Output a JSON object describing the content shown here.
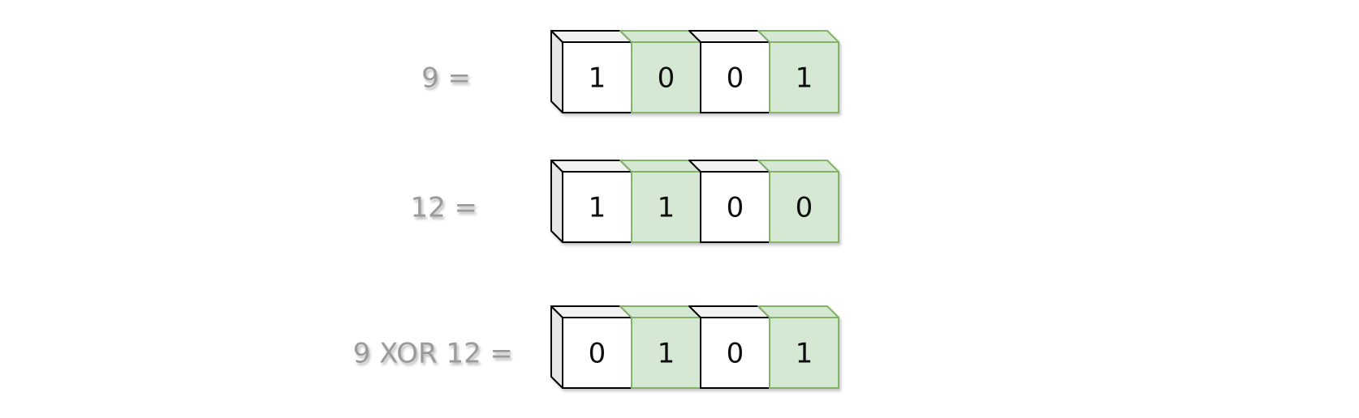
{
  "rows": [
    {
      "label": "9 =",
      "bits": [
        "1",
        "0",
        "0",
        "1"
      ]
    },
    {
      "label": "12 =",
      "bits": [
        "1",
        "1",
        "0",
        "0"
      ]
    },
    {
      "label": "9 XOR 12 =",
      "bits": [
        "0",
        "1",
        "0",
        "1"
      ]
    }
  ],
  "colors": {
    "white_cell_fill": "#ffffff",
    "white_cell_stroke": "#000000",
    "white_cell_top": "#f2f2f2",
    "white_cell_side": "#e6e6e6",
    "green_cell_fill": "#d5e8d4",
    "green_cell_stroke": "#82b366",
    "label_text": "#9a9a9a",
    "digit_text": "#111111"
  }
}
